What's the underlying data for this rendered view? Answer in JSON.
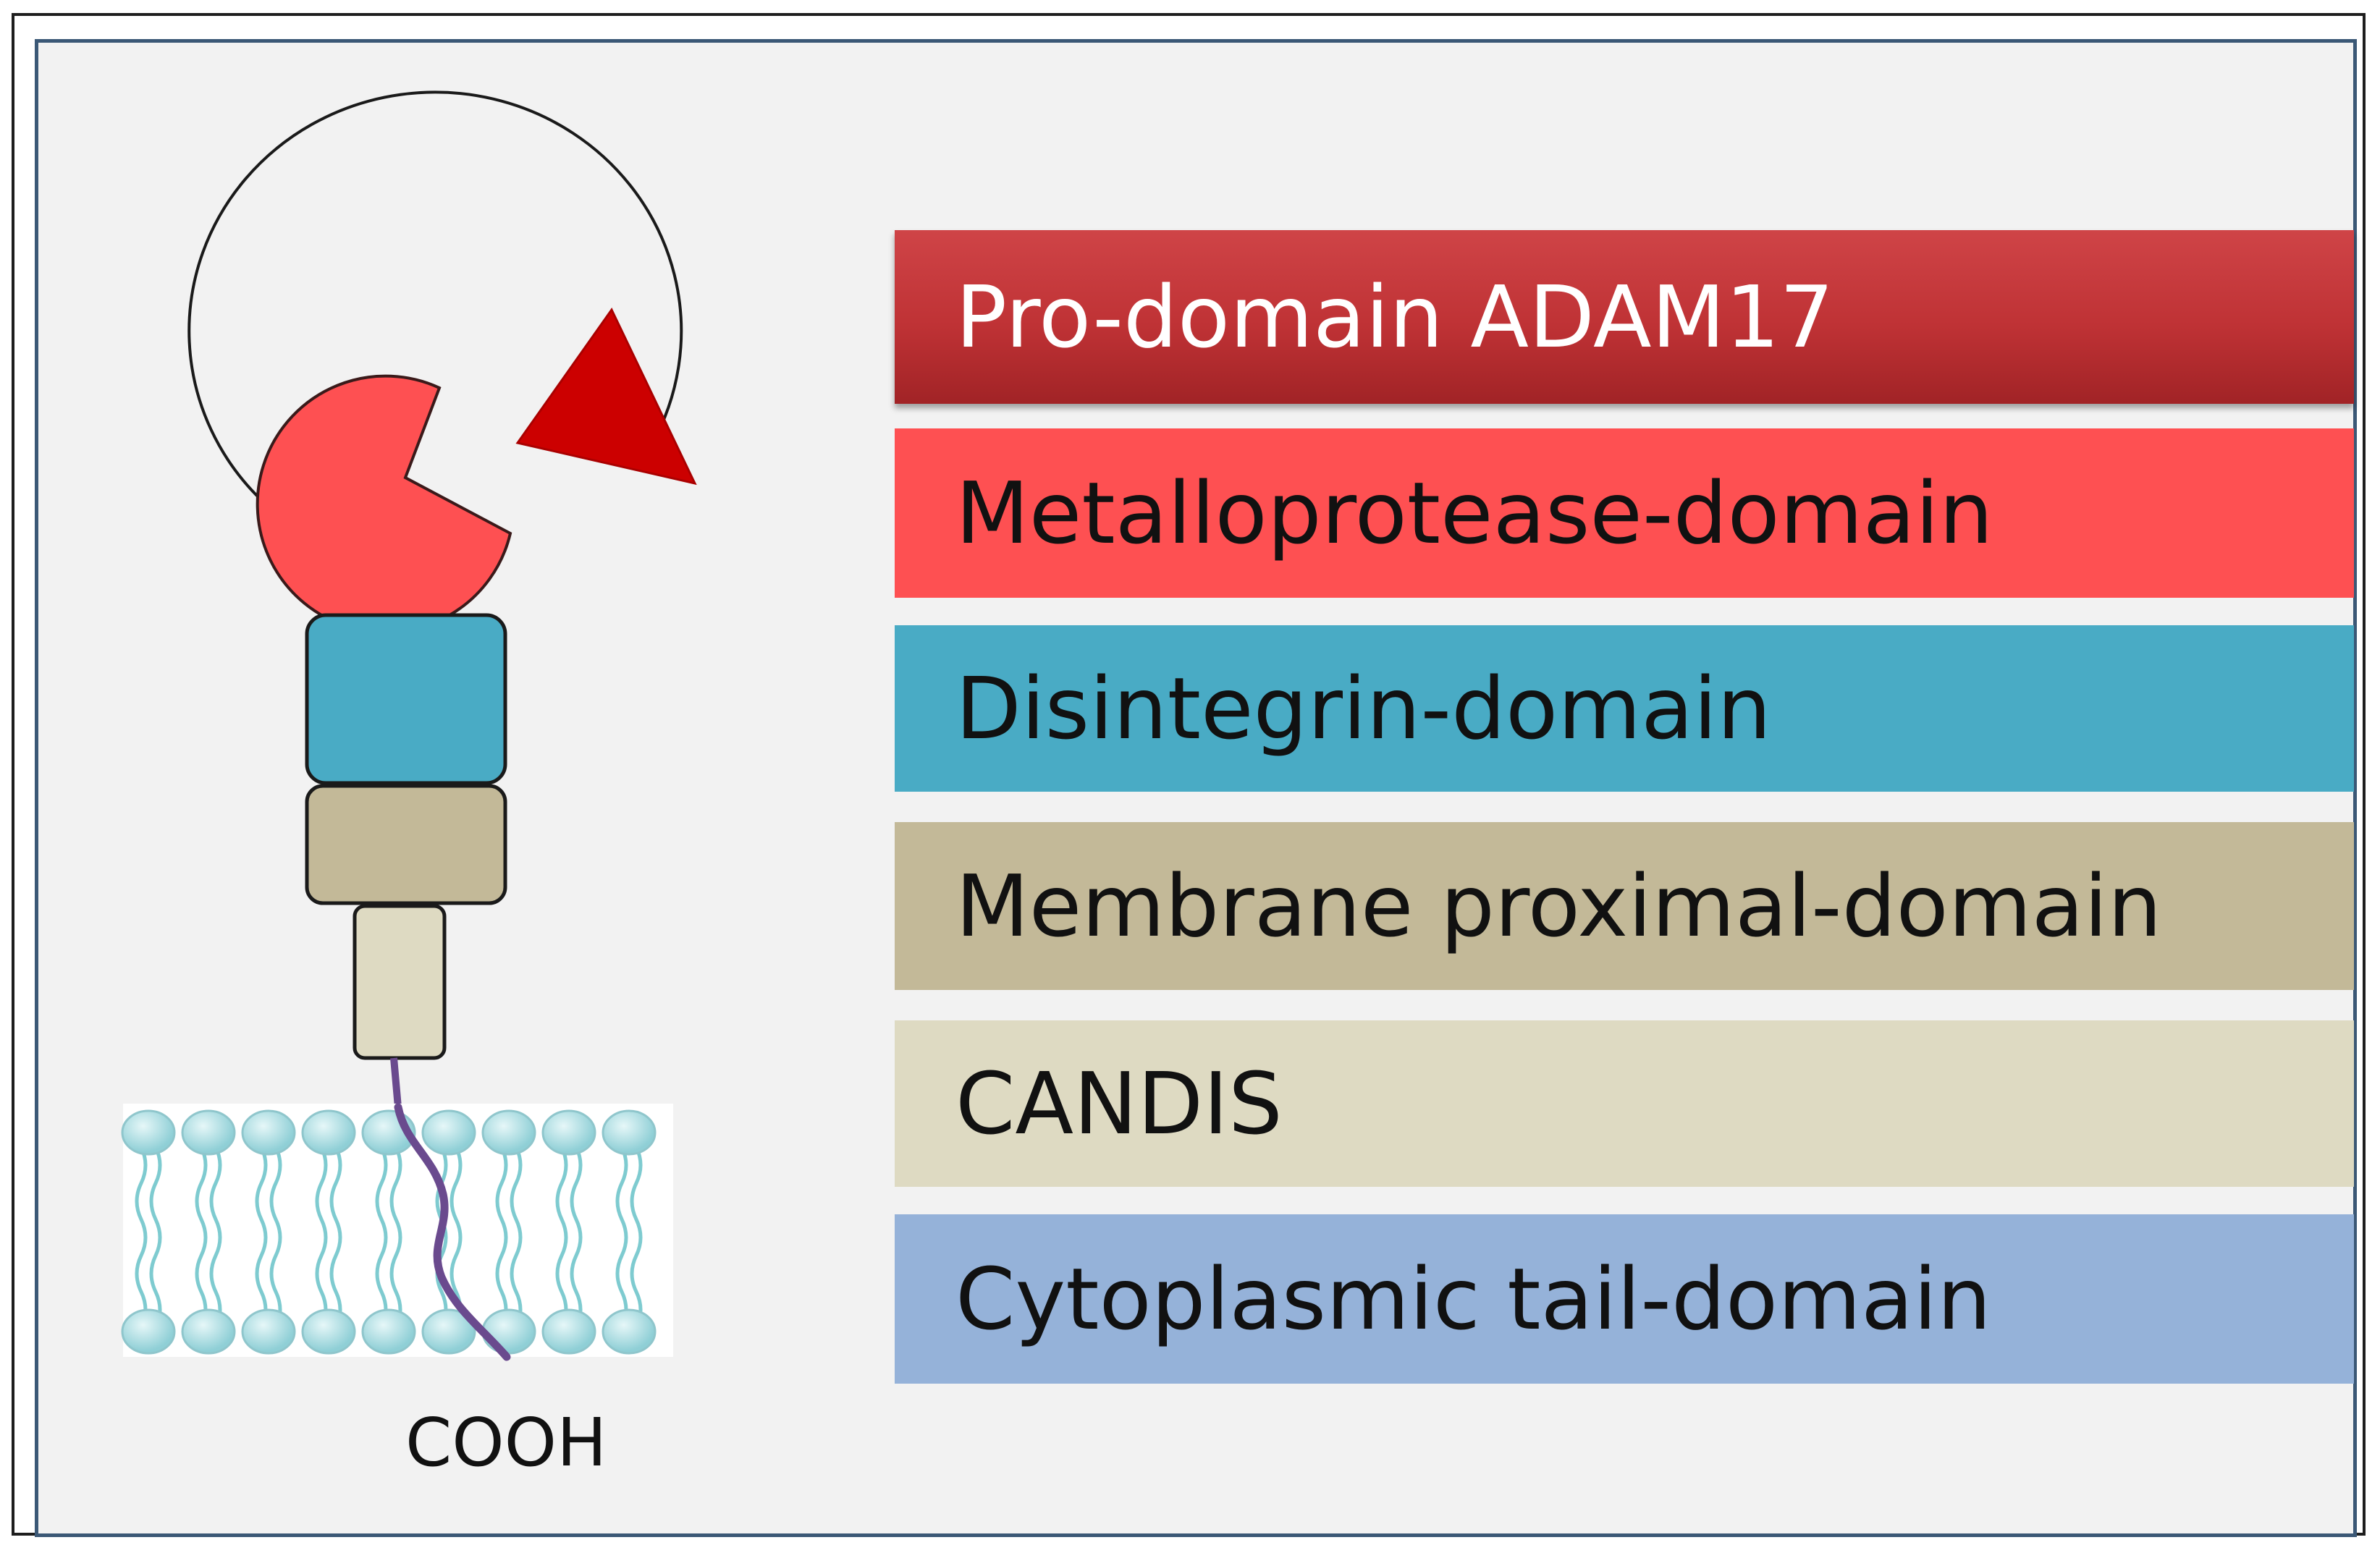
{
  "colors": {
    "pro_domain": "#c0353a",
    "metalloprotease": "#fe5052",
    "disintegrin": "#49abc5",
    "membrane_proximal": "#c3b998",
    "candis": "#dedac2",
    "cytoplasmic_tail": "#95b2d9",
    "linker": "#6a4a8e",
    "membrane_head": "#a8dce0"
  },
  "legend": [
    {
      "label": "Pro-domain ADAM17",
      "color": "#c0353a"
    },
    {
      "label": "Metalloprotease-domain",
      "color": "#fe5052"
    },
    {
      "label": "Disintegrin-domain",
      "color": "#49abc5"
    },
    {
      "label": "Membrane proximal-domain",
      "color": "#c3b998"
    },
    {
      "label": "CANDIS",
      "color": "#dedac2"
    },
    {
      "label": "Cytoplasmic tail-domain",
      "color": "#95b2d9"
    }
  ],
  "terminus_label": "COOH"
}
